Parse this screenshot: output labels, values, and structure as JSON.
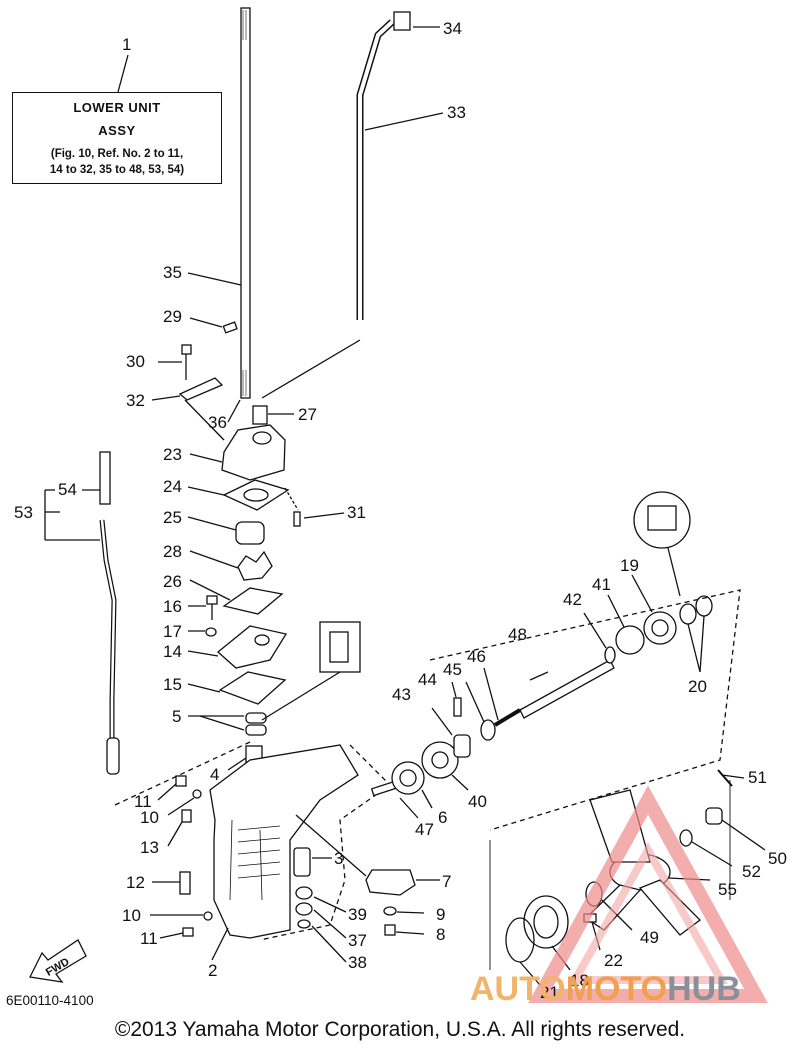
{
  "box": {
    "line1": "LOWER UNIT",
    "line2": "ASSY",
    "line3": "(Fig. 10, Ref. No. 2 to 11,",
    "line4": "14 to 32, 35 to 48, 53, 54)"
  },
  "callouts": [
    "1",
    "2",
    "3",
    "4",
    "5",
    "6",
    "7",
    "8",
    "9",
    "10",
    "10",
    "11",
    "11",
    "12",
    "13",
    "14",
    "15",
    "16",
    "17",
    "18",
    "19",
    "20",
    "21",
    "22",
    "23",
    "24",
    "25",
    "26",
    "27",
    "28",
    "29",
    "30",
    "31",
    "32",
    "33",
    "34",
    "35",
    "36",
    "37",
    "38",
    "39",
    "40",
    "41",
    "42",
    "43",
    "44",
    "45",
    "46",
    "47",
    "48",
    "49",
    "50",
    "51",
    "52",
    "53",
    "54",
    "55"
  ],
  "labels": {
    "n1": "1",
    "n2": "2",
    "n3": "3",
    "n4": "4",
    "n5": "5",
    "n6": "6",
    "n7": "7",
    "n8": "8",
    "n9": "9",
    "n10a": "10",
    "n10b": "10",
    "n11a": "11",
    "n11b": "11",
    "n12": "12",
    "n13": "13",
    "n14": "14",
    "n15": "15",
    "n16": "16",
    "n17": "17",
    "n18": "18",
    "n19": "19",
    "n20": "20",
    "n21": "21",
    "n22": "22",
    "n23": "23",
    "n24": "24",
    "n25": "25",
    "n26": "26",
    "n27": "27",
    "n28": "28",
    "n29": "29",
    "n30": "30",
    "n31": "31",
    "n32": "32",
    "n33": "33",
    "n34": "34",
    "n35": "35",
    "n36": "36",
    "n37": "37",
    "n38": "38",
    "n39": "39",
    "n40": "40",
    "n41": "41",
    "n42": "42",
    "n43": "43",
    "n44": "44",
    "n45": "45",
    "n46": "46",
    "n47": "47",
    "n48": "48",
    "n49": "49",
    "n50": "50",
    "n51": "51",
    "n52": "52",
    "n53": "53",
    "n54": "54",
    "n55": "55"
  },
  "fwd": "FWD",
  "code": "6E00110-4100",
  "copyright": "©2013 Yamaha Motor Corporation, U.S.A. All rights reserved.",
  "watermark": {
    "part1": "AUTO",
    "part2": "MOTO",
    "part3": "HUB"
  }
}
